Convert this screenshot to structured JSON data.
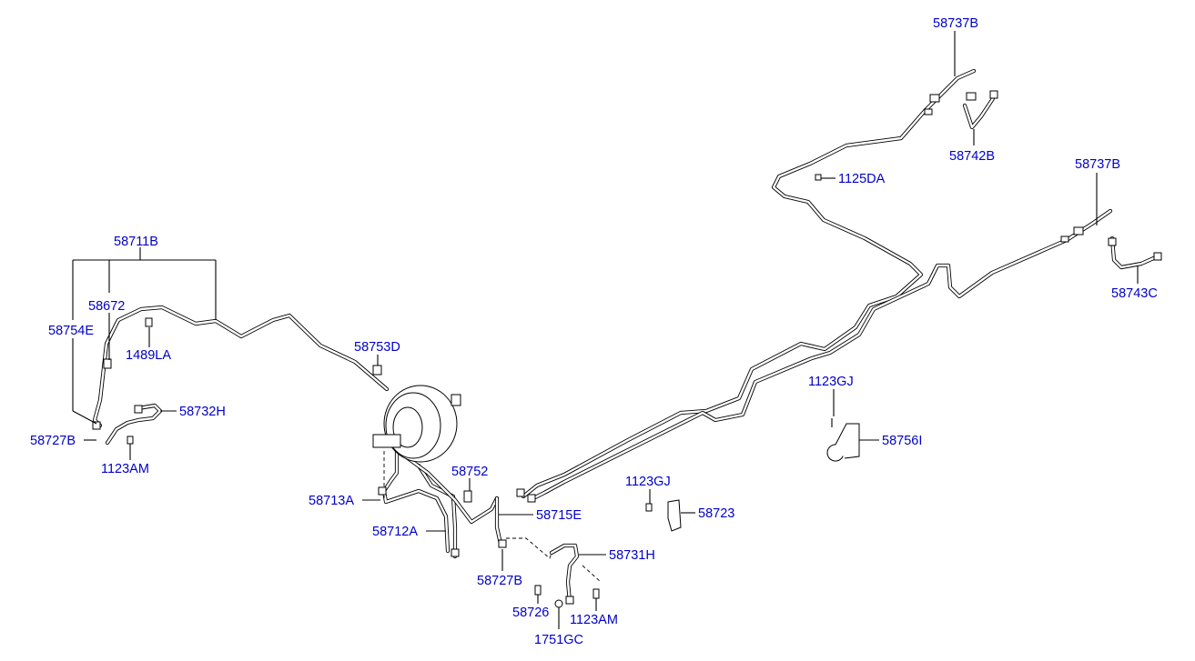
{
  "diagram": {
    "accent_color": "#0000cc",
    "line_color": "#000000",
    "background": "#ffffff",
    "labels": {
      "l_58737B_top": "58737B",
      "l_58742B": "58742B",
      "l_1125DA": "1125DA",
      "l_58737B_right": "58737B",
      "l_58743C": "58743C",
      "l_58711B": "58711B",
      "l_58672": "58672",
      "l_58754E": "58754E",
      "l_1489LA": "1489LA",
      "l_58753D": "58753D",
      "l_58732H": "58732H",
      "l_58727B_left": "58727B",
      "l_1123AM_left": "1123AM",
      "l_1123GJ_right": "1123GJ",
      "l_58756I": "58756I",
      "l_58752": "58752",
      "l_58713A": "58713A",
      "l_58715E": "58715E",
      "l_58712A": "58712A",
      "l_1123GJ_mid": "1123GJ",
      "l_58723": "58723",
      "l_58731H": "58731H",
      "l_58727B_bottom": "58727B",
      "l_58726": "58726",
      "l_1123AM_bottom": "1123AM",
      "l_1751GC": "1751GC"
    }
  }
}
